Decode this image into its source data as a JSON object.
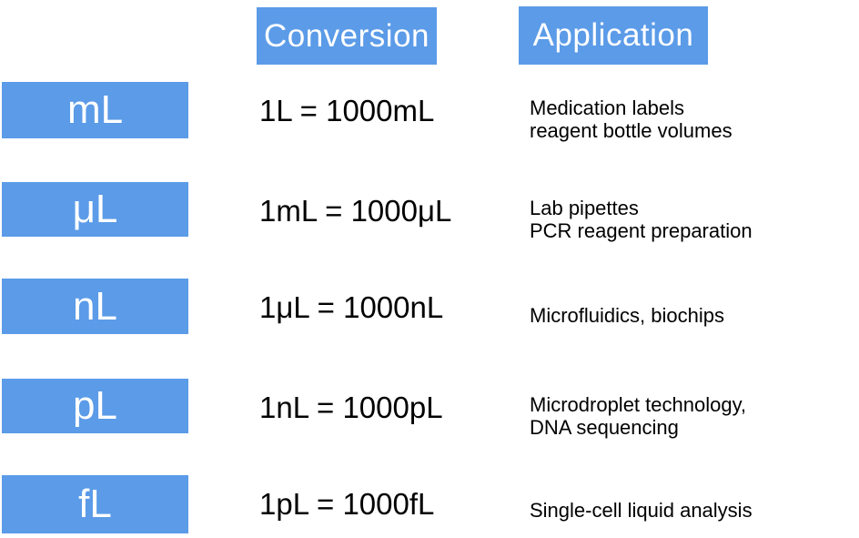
{
  "colors": {
    "accent": "#5B9BE8",
    "box_text": "#FFFFFF",
    "body_text": "#000000",
    "background": "#FFFFFF"
  },
  "headers": {
    "conversion": "Conversion",
    "application": "Application"
  },
  "rows": [
    {
      "unit": "mL",
      "conversion": "1L = 1000mL",
      "application_lines": [
        "Medication labels",
        "reagent bottle volumes"
      ]
    },
    {
      "unit": "μL",
      "conversion": "1mL = 1000μL",
      "application_lines": [
        "Lab pipettes",
        "PCR reagent preparation"
      ]
    },
    {
      "unit": "nL",
      "conversion": "1μL = 1000nL",
      "application_lines": [
        "Microfluidics, biochips"
      ]
    },
    {
      "unit": "pL",
      "conversion": "1nL = 1000pL",
      "application_lines": [
        "Microdroplet technology,",
        "DNA sequencing"
      ]
    },
    {
      "unit": "fL",
      "conversion": "1pL = 1000fL",
      "application_lines": [
        "Single-cell liquid analysis"
      ]
    }
  ]
}
